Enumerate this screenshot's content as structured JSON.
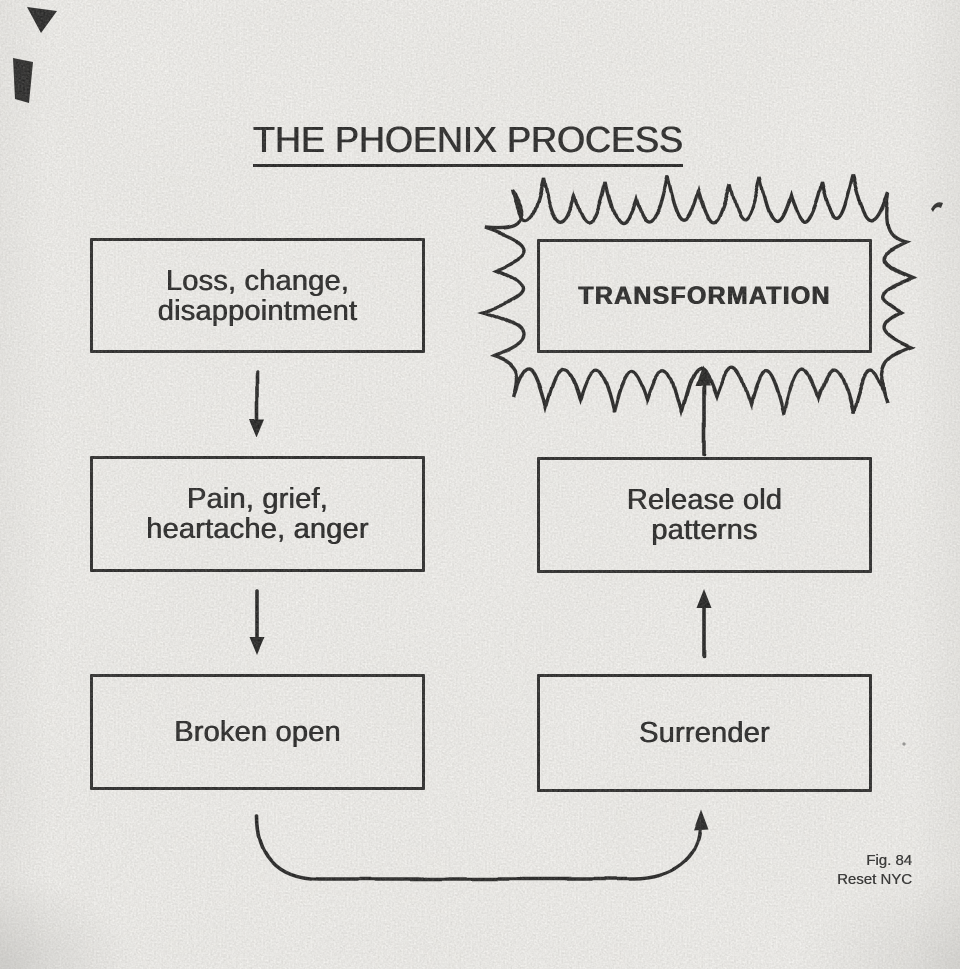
{
  "figure": {
    "title": "THE PHOENIX PROCESS",
    "caption": {
      "fig_label": "Fig. 84",
      "credit": "Reset NYC"
    }
  },
  "diagram": {
    "nodes": {
      "loss": {
        "label": "Loss, change,\ndisappointment"
      },
      "transformation": {
        "label": "TRANSFORMATION"
      },
      "pain": {
        "label": "Pain, grief,\nheartache, anger"
      },
      "release": {
        "label": "Release old\npatterns"
      },
      "broken": {
        "label": "Broken open"
      },
      "surrender": {
        "label": "Surrender"
      }
    },
    "edges": [
      {
        "from": "loss",
        "to": "pain",
        "style": "straight-down-arrow"
      },
      {
        "from": "pain",
        "to": "broken",
        "style": "straight-down-arrow"
      },
      {
        "from": "broken",
        "to": "surrender",
        "style": "curved-right-up-arrow"
      },
      {
        "from": "surrender",
        "to": "release",
        "style": "straight-up-arrow"
      },
      {
        "from": "release",
        "to": "transformation",
        "style": "straight-up-arrow"
      }
    ],
    "decorations": [
      "hand-drawn-starburst-around-transformation"
    ]
  },
  "colors": {
    "ink": "#1a1a1a",
    "paper": "#f8f7f4"
  }
}
